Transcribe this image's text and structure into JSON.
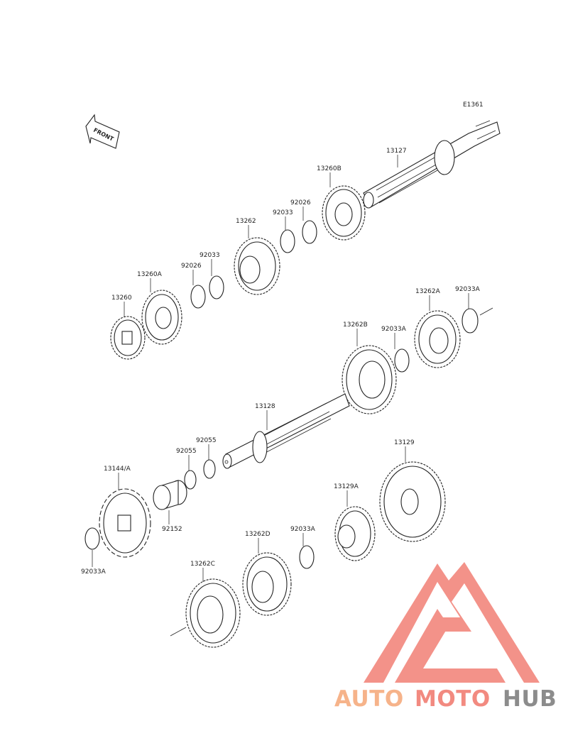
{
  "diagram": {
    "code": "E1361",
    "front_label": "FRONT",
    "parts": {
      "p13127": "13127",
      "p13260B": "13260B",
      "p92026_upper": "92026",
      "p92033_upper": "92033",
      "p13262": "13262",
      "p92033_mid": "92033",
      "p92026_mid": "92026",
      "p13260A": "13260A",
      "p13260": "13260",
      "p13262A": "13262A",
      "p92033A_right": "92033A",
      "p13262B": "13262B",
      "p92033A_mid": "92033A",
      "p13128": "13128",
      "p92055_a": "92055",
      "p92055_b": "92055",
      "p13144A": "13144/A",
      "p92152": "92152",
      "p92033A_left": "92033A",
      "p13129": "13129",
      "p13129A": "13129A",
      "p92033A_low": "92033A",
      "p13262D": "13262D",
      "p13262C": "13262C"
    }
  },
  "watermark": {
    "word_part1": "AUTO",
    "word_part2": "MOTO",
    "word_part3": "HUB",
    "color_orange": "#f6b38a",
    "color_red": "#f28a80",
    "color_gray": "#8c8c8c"
  }
}
